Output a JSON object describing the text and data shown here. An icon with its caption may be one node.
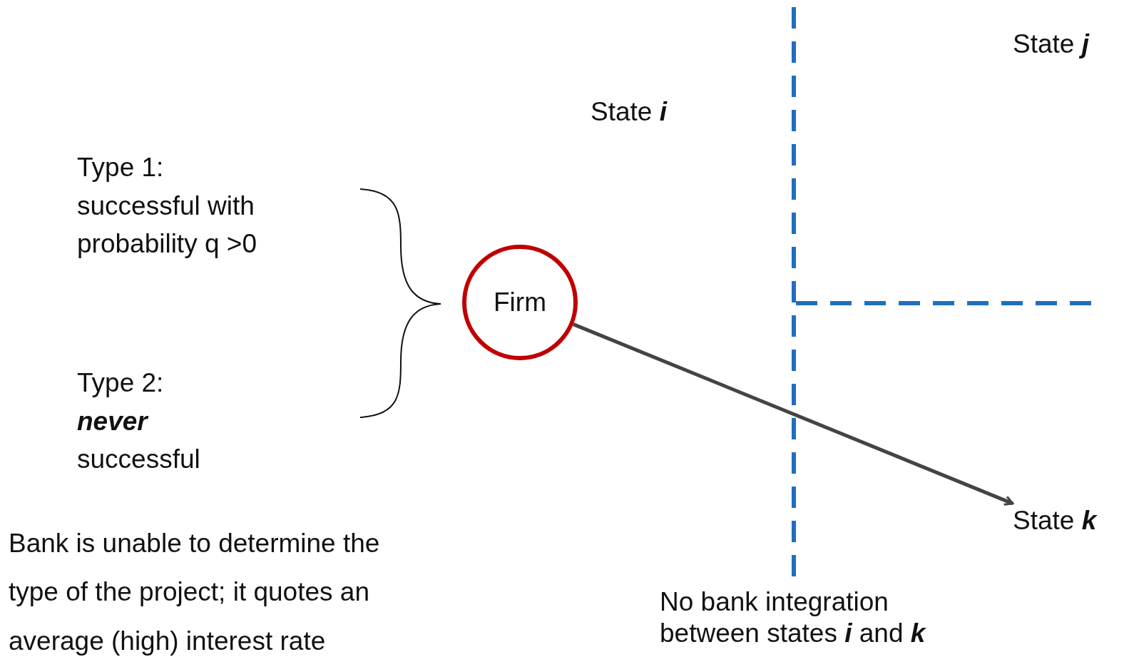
{
  "diagram": {
    "nodes": [
      {
        "text": [
          "Firm"
        ]
      },
      {
        "text": [
          "State **k**"
        ]
      }
    ],
    "edges": [
      {
        "from": 0,
        "to": 1,
        "arrow": "to"
      }
    ],
    "labels": [
      "State **j**",
      "State **i**",
      "Type 1: successful with probability q >0",
      "Type 2: **never** successful",
      "Bank is unable to determine the type of the project; it quotes an average (high) interest rate",
      "No bank integration between states **i** and **k**"
    ]
  }
}
